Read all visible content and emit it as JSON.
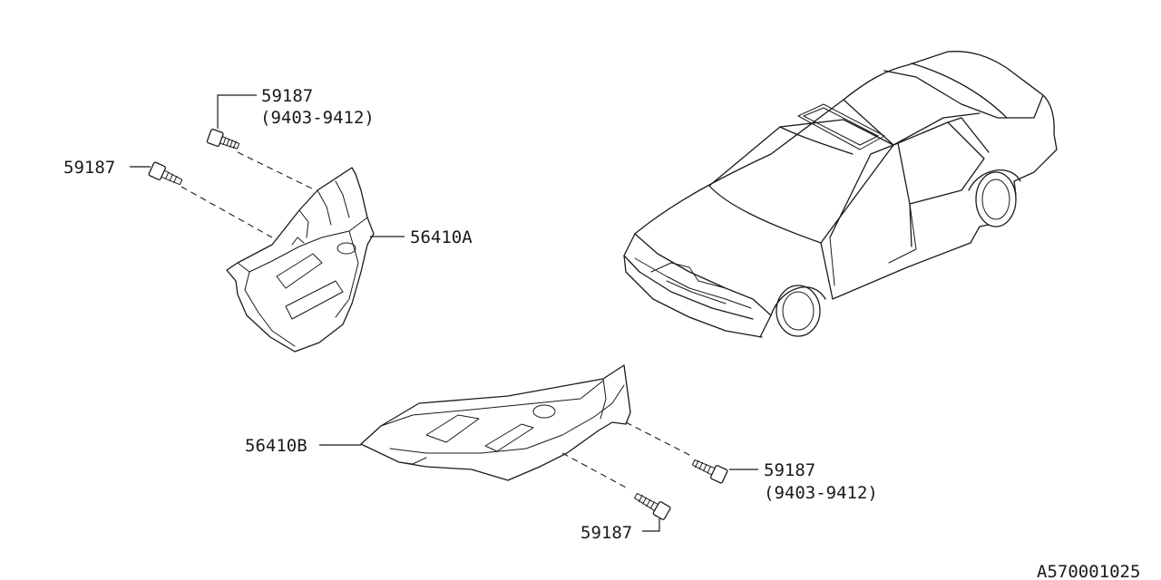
{
  "diagram": {
    "diagram_code": "A570001025",
    "callouts": {
      "bolt_top_left_number": "59187",
      "bolt_top_left_range": "(9403-9412)",
      "bolt_left_number": "59187",
      "cover_a_number": "56410A",
      "cover_b_number": "56410B",
      "bolt_right_number": "59187",
      "bolt_right_range": "(9403-9412)",
      "bolt_bottom_number": "59187"
    },
    "colors": {
      "line": "#1a1a1a",
      "background": "#ffffff"
    },
    "icons": [
      "car-illustration",
      "under-cover-a-drawing",
      "under-cover-b-drawing",
      "bolt-icon"
    ]
  }
}
